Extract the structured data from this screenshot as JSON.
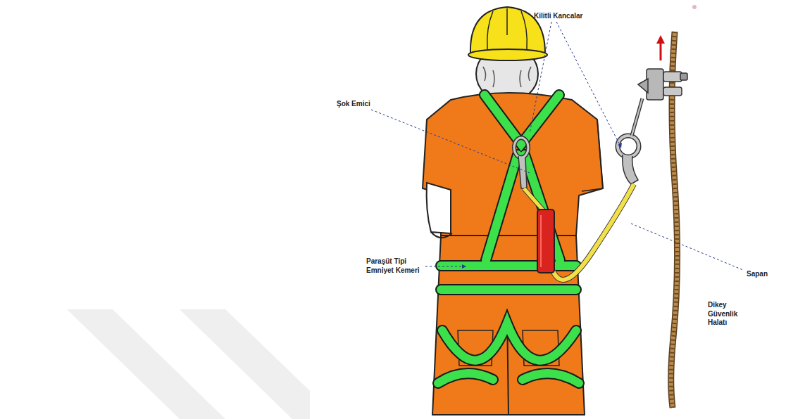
{
  "diagram": {
    "labels": [
      "Kilitli Kancalar",
      "Şok Emici",
      "Sapan",
      "Paraşüt Tipi Emniyet Kemeri",
      "Dikey Güvenlik Halatı"
    ]
  }
}
